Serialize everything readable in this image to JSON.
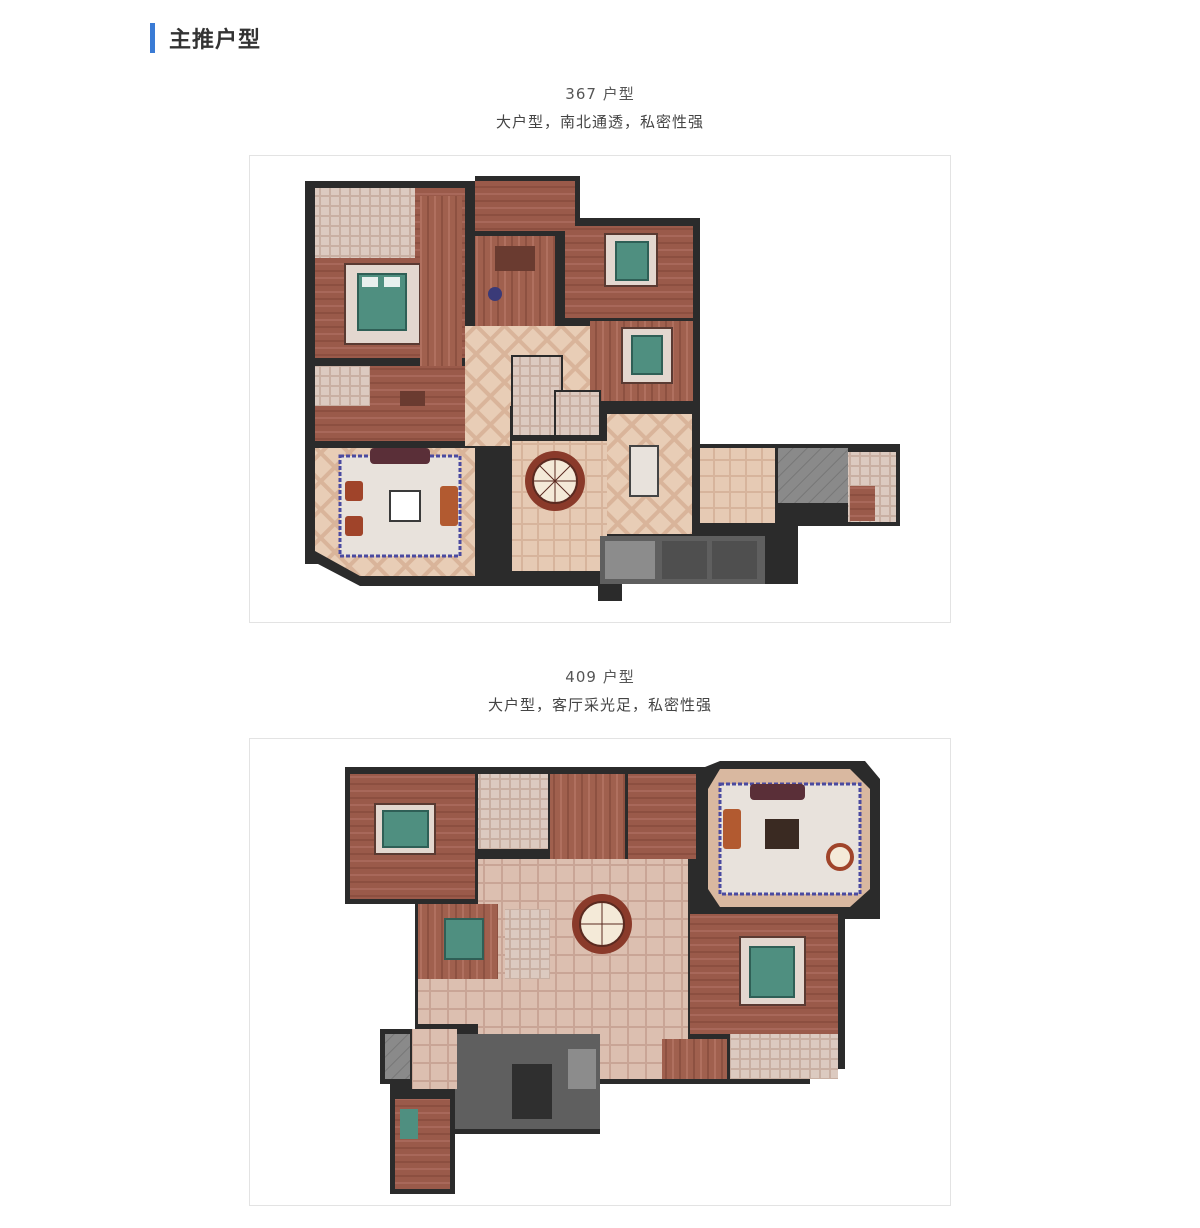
{
  "section": {
    "title": "主推户型",
    "accent_color": "#3a7bd5"
  },
  "plans": [
    {
      "name": "367 户型",
      "description": "大户型，南北通透，私密性强",
      "image": "floor-plan-367"
    },
    {
      "name": "409 户型",
      "description": "大户型，客厅采光足，私密性强",
      "image": "floor-plan-409"
    }
  ],
  "colors": {
    "wood_floor": "#9a5a4a",
    "tile_floor": "#d9b8a0",
    "wall": "#2b2b2b",
    "rug": "#e8e2dc",
    "bed": "#4f8f80"
  }
}
